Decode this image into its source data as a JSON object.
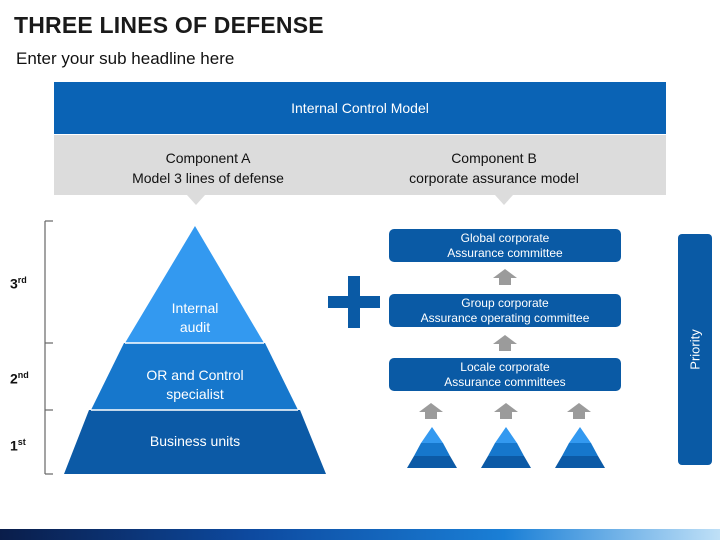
{
  "header": {
    "title": "THREE LINES OF DEFENSE",
    "subtitle": "Enter your sub headline here"
  },
  "model": {
    "title": "Internal Control Model",
    "component_a": {
      "name": "Component A",
      "desc": "Model 3 lines of defense"
    },
    "component_b": {
      "name": "Component B",
      "desc": "corporate assurance model"
    }
  },
  "levels": {
    "third": {
      "num": "3",
      "suffix": "rd"
    },
    "second": {
      "num": "2",
      "suffix": "nd"
    },
    "first": {
      "num": "1",
      "suffix": "st"
    }
  },
  "pyramid": {
    "top": "Internal audit",
    "top_line1": "Internal",
    "top_line2": "audit",
    "middle_line1": "OR and Control",
    "middle_line2": "specialist",
    "bottom": "Business units"
  },
  "committees": [
    {
      "line1": "Global corporate",
      "line2": "Assurance committee"
    },
    {
      "line1": "Group corporate",
      "line2": "Assurance operating committee"
    },
    {
      "line1": "Locale corporate",
      "line2": "Assurance committees"
    }
  ],
  "priority_label": "Priority",
  "colors": {
    "primary_blue": "#0a63b5",
    "committee_blue": "#0a5aa5",
    "pyramid_top": "#3399f0",
    "pyramid_middle": "#1677cc",
    "pyramid_bottom": "#0c5aa6",
    "panel_gray": "#dcdcdc",
    "arrow_gray": "#9b9b9b"
  },
  "icons": {
    "plus": "plus-icon",
    "arrow": "up-arrow-icon",
    "mini_pyramid": "mini-pyramid-icon"
  }
}
